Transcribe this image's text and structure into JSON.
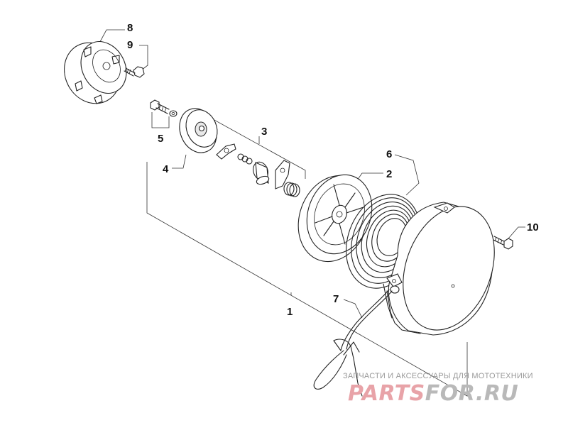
{
  "callouts": {
    "c1": "1",
    "c2": "2",
    "c3": "3",
    "c4": "4",
    "c5": "5",
    "c6": "6",
    "c7": "7",
    "c8": "8",
    "c9": "9",
    "c10": "10"
  },
  "watermark": {
    "caption": "ЗАПЧАСТИ И АКСЕССУАРЫ ДЛЯ МОТОТЕХНИКИ",
    "logo_part1": "PARTS",
    "logo_part2": "FOR.RU",
    "colors": {
      "logo_part1": "#e8a3a8",
      "logo_part2": "#b9b9b9",
      "caption": "#9a9a9a"
    }
  }
}
